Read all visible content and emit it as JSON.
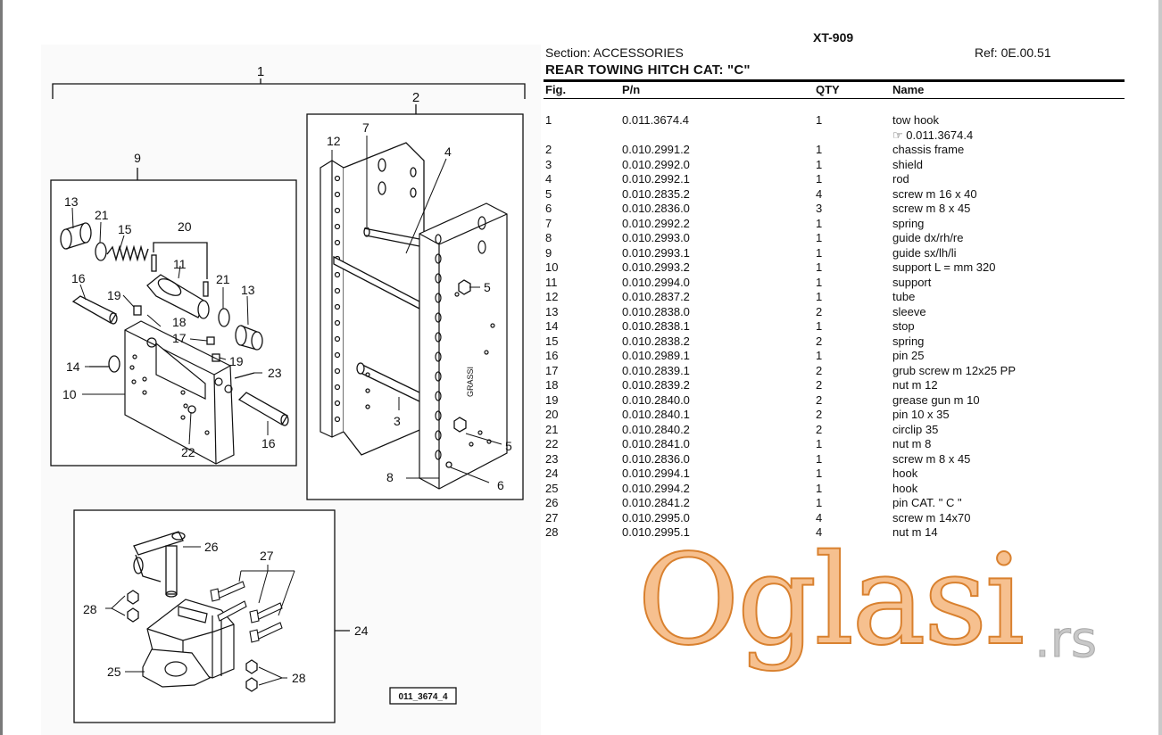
{
  "doc": {
    "model": "XT-909",
    "section": "Section: ACCESSORIES",
    "ref": "Ref: 0E.00.51",
    "title": "REAR TOWING HITCH CAT: \"C\""
  },
  "table": {
    "headers": {
      "fig": "Fig.",
      "pn": "P/n",
      "qty": "QTY",
      "name": "Name"
    },
    "rows": [
      {
        "fig": "1",
        "pn": "0.011.3674.4",
        "qty": "1",
        "name": "tow hook",
        "sub": "☞ 0.011.3674.4"
      },
      {
        "fig": "2",
        "pn": "0.010.2991.2",
        "qty": "1",
        "name": "chassis frame"
      },
      {
        "fig": "3",
        "pn": "0.010.2992.0",
        "qty": "1",
        "name": "shield"
      },
      {
        "fig": "4",
        "pn": "0.010.2992.1",
        "qty": "1",
        "name": "rod"
      },
      {
        "fig": "5",
        "pn": "0.010.2835.2",
        "qty": "4",
        "name": "screw m 16 x 40"
      },
      {
        "fig": "6",
        "pn": "0.010.2836.0",
        "qty": "3",
        "name": "screw m 8 x 45"
      },
      {
        "fig": "7",
        "pn": "0.010.2992.2",
        "qty": "1",
        "name": "spring"
      },
      {
        "fig": "8",
        "pn": "0.010.2993.0",
        "qty": "1",
        "name": "guide dx/rh/re"
      },
      {
        "fig": "9",
        "pn": "0.010.2993.1",
        "qty": "1",
        "name": "guide sx/lh/li"
      },
      {
        "fig": "10",
        "pn": "0.010.2993.2",
        "qty": "1",
        "name": "support L = mm 320"
      },
      {
        "fig": "11",
        "pn": "0.010.2994.0",
        "qty": "1",
        "name": "support"
      },
      {
        "fig": "12",
        "pn": "0.010.2837.2",
        "qty": "1",
        "name": "tube"
      },
      {
        "fig": "13",
        "pn": "0.010.2838.0",
        "qty": "2",
        "name": "sleeve"
      },
      {
        "fig": "14",
        "pn": "0.010.2838.1",
        "qty": "1",
        "name": "stop"
      },
      {
        "fig": "15",
        "pn": "0.010.2838.2",
        "qty": "2",
        "name": "spring"
      },
      {
        "fig": "16",
        "pn": "0.010.2989.1",
        "qty": "1",
        "name": "pin 25"
      },
      {
        "fig": "17",
        "pn": "0.010.2839.1",
        "qty": "2",
        "name": "grub screw m 12x25 PP"
      },
      {
        "fig": "18",
        "pn": "0.010.2839.2",
        "qty": "2",
        "name": "nut m 12"
      },
      {
        "fig": "19",
        "pn": "0.010.2840.0",
        "qty": "2",
        "name": "grease gun m 10"
      },
      {
        "fig": "20",
        "pn": "0.010.2840.1",
        "qty": "2",
        "name": "pin 10 x 35"
      },
      {
        "fig": "21",
        "pn": "0.010.2840.2",
        "qty": "2",
        "name": "circlip 35"
      },
      {
        "fig": "22",
        "pn": "0.010.2841.0",
        "qty": "1",
        "name": "nut m 8"
      },
      {
        "fig": "23",
        "pn": "0.010.2836.0",
        "qty": "1",
        "name": "screw m 8 x 45"
      },
      {
        "fig": "24",
        "pn": "0.010.2994.1",
        "qty": "1",
        "name": "hook"
      },
      {
        "fig": "25",
        "pn": "0.010.2994.2",
        "qty": "1",
        "name": "hook"
      },
      {
        "fig": "26",
        "pn": "0.010.2841.2",
        "qty": "1",
        "name": "pin CAT. \" C \""
      },
      {
        "fig": "27",
        "pn": "0.010.2995.0",
        "qty": "4",
        "name": "screw m 14x70"
      },
      {
        "fig": "28",
        "pn": "0.010.2995.1",
        "qty": "4",
        "name": "nut m 14"
      }
    ]
  },
  "drawing": {
    "callouts": [
      "1",
      "2",
      "3",
      "4",
      "5",
      "5",
      "6",
      "7",
      "8",
      "9",
      "10",
      "11",
      "12",
      "13",
      "13",
      "14",
      "15",
      "16",
      "16",
      "17",
      "18",
      "19",
      "19",
      "20",
      "21",
      "21",
      "22",
      "23",
      "24",
      "25",
      "26",
      "27",
      "28",
      "28"
    ],
    "stamp_text": "GRASSI",
    "drawing_code": "011_3674_4"
  },
  "watermark": {
    "logo": "Oglasi",
    "suffix": ".rs"
  }
}
